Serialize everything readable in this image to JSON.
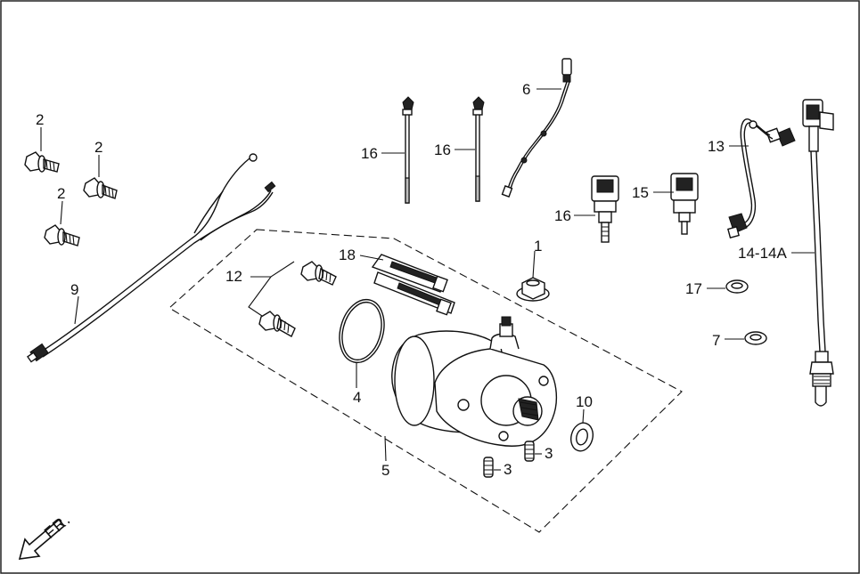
{
  "labels": {
    "l1": "1",
    "l2a": "2",
    "l2b": "2",
    "l2c": "2",
    "l3a": "3",
    "l3b": "3",
    "l4": "4",
    "l5": "5",
    "l6": "6",
    "l7": "7",
    "l9": "9",
    "l10": "10",
    "l12": "12",
    "l13": "13",
    "l14": "14-14A",
    "l15": "15",
    "l16a": "16",
    "l16b": "16",
    "l16c": "16",
    "l17": "17",
    "l18": "18"
  },
  "front_indicator": "FR."
}
